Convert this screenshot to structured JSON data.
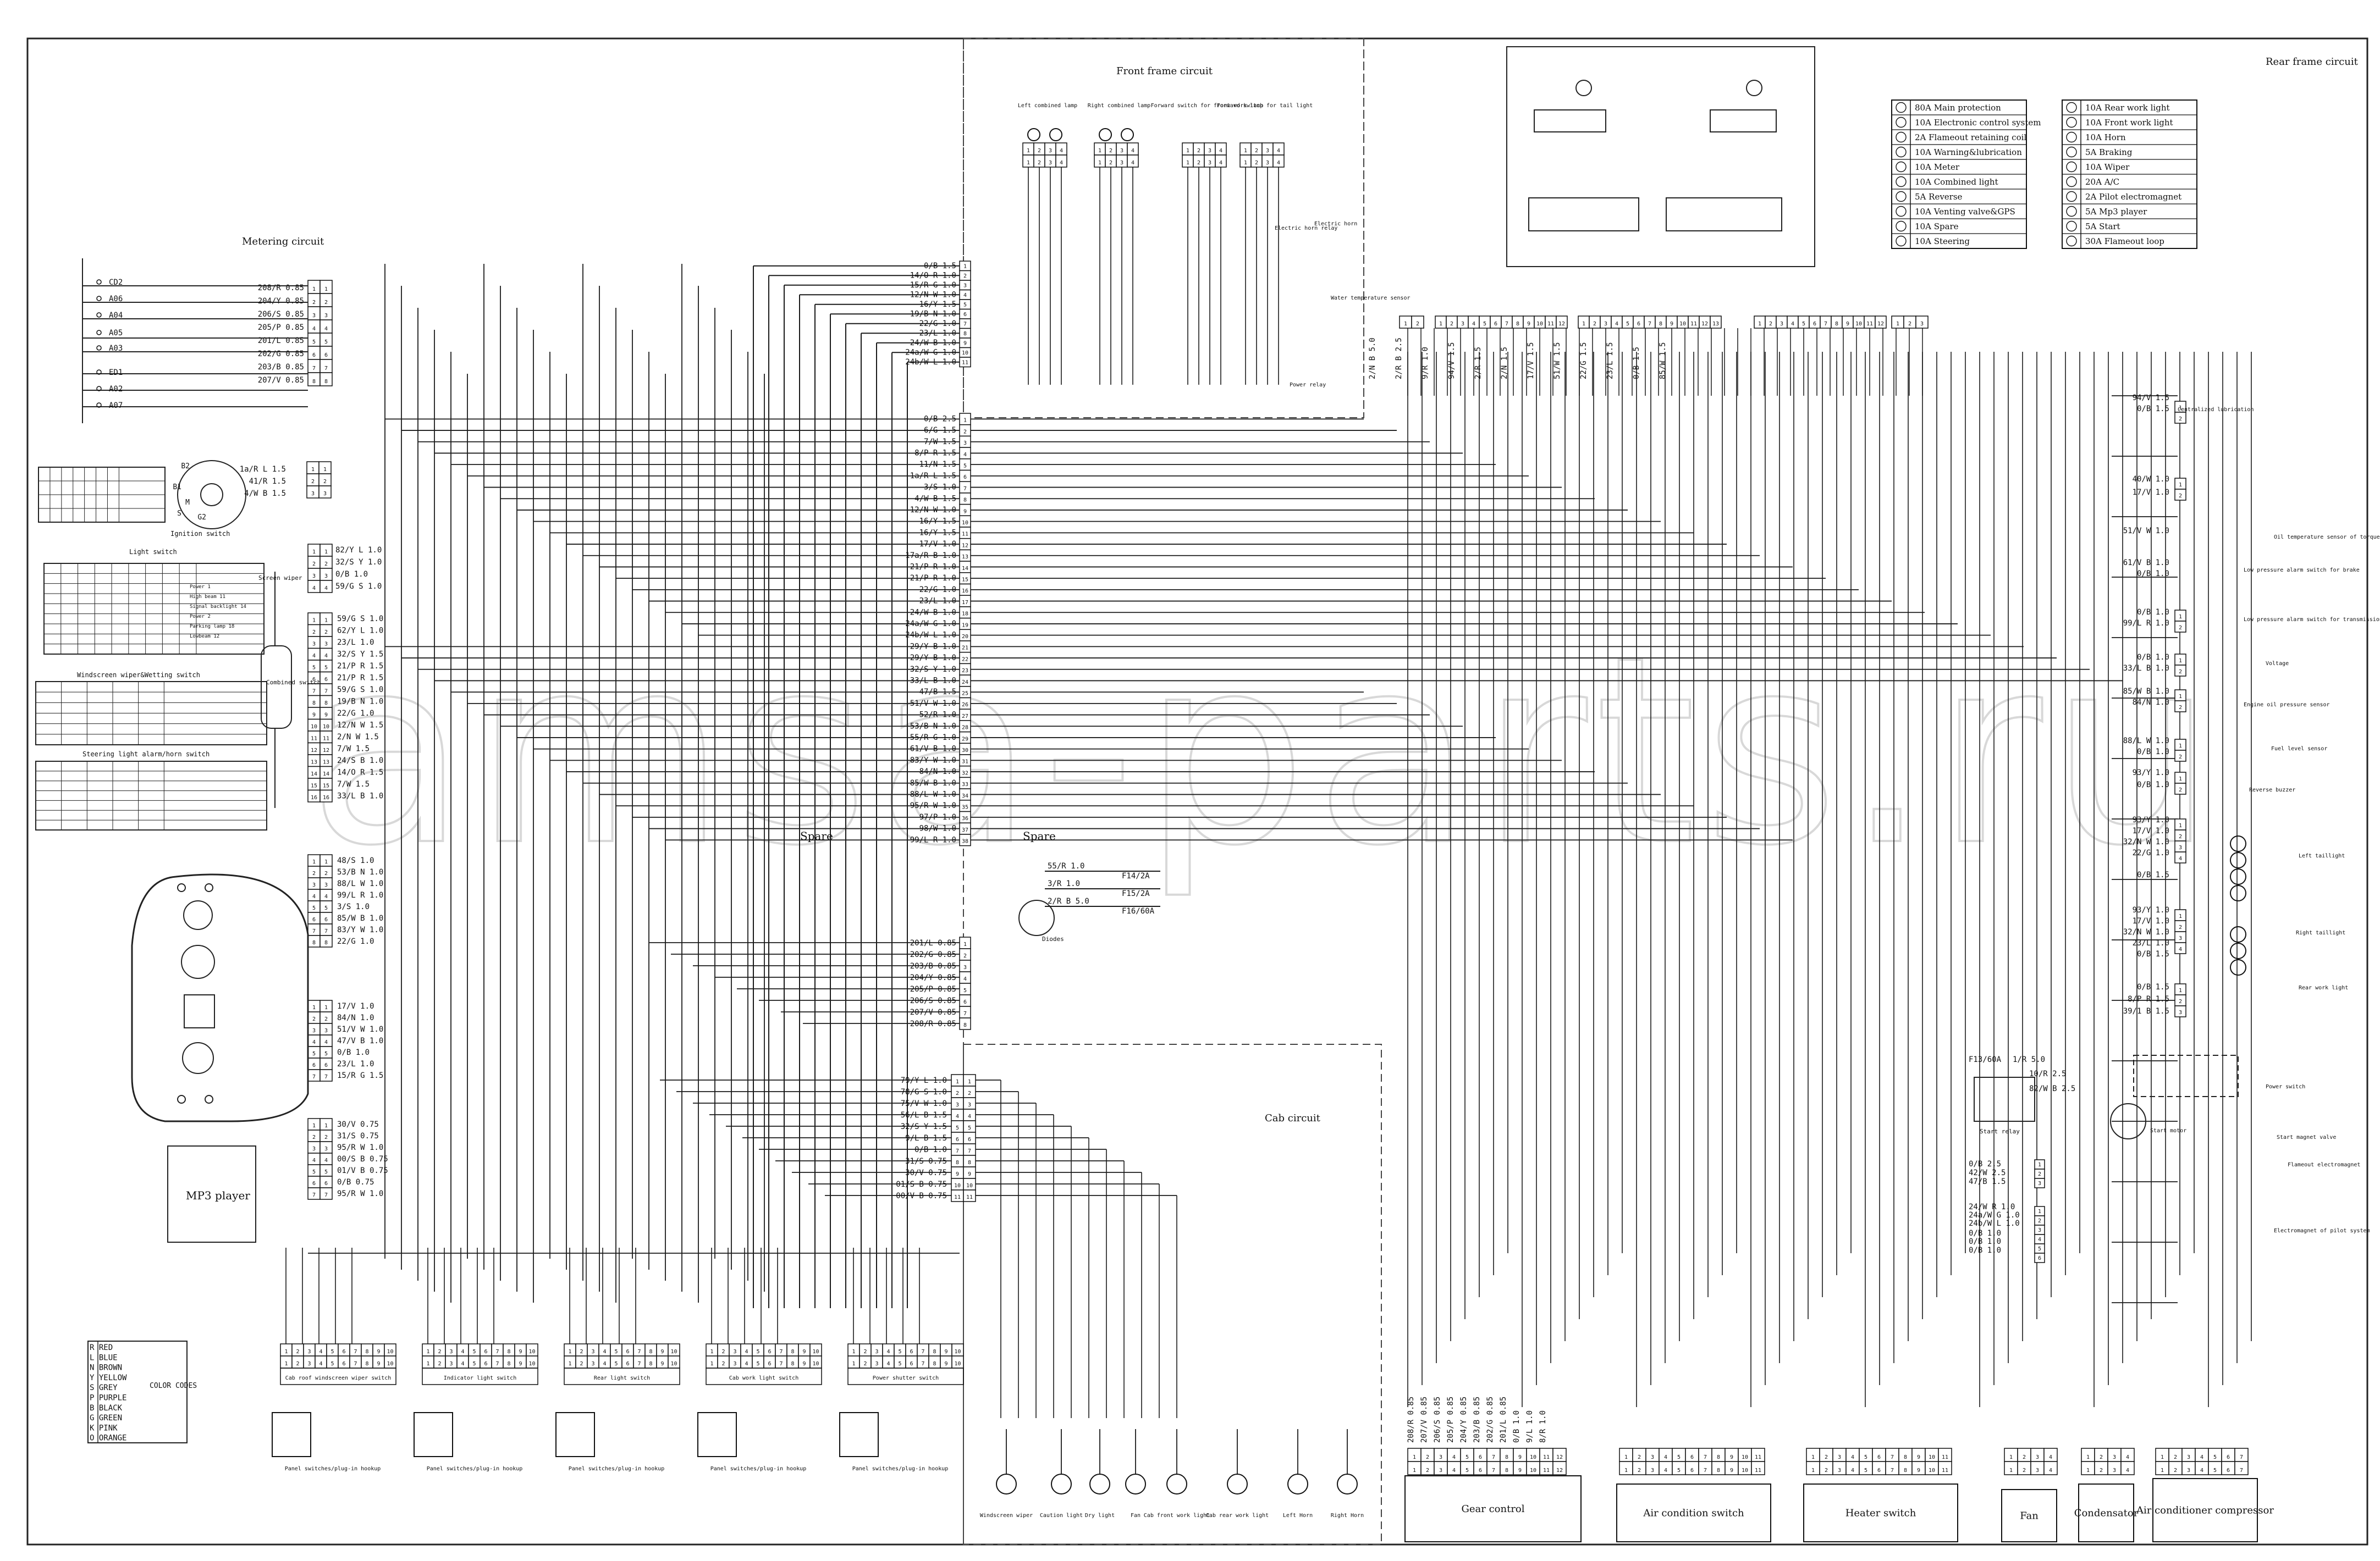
{
  "sections": {
    "front_frame": "Front frame circuit",
    "rear_frame": "Rear frame circuit",
    "metering": "Metering circuit",
    "cab": "Cab circuit"
  },
  "watermark": "amsa-parts.ru",
  "fuses_left": [
    "80A Main protection",
    "10A Electronic control system",
    "2A Flameout retaining coil",
    "10A Warning&lubrication",
    "10A Meter",
    "10A Combined light",
    "5A Reverse",
    "10A Venting valve&GPS",
    "10A Spare",
    "10A Steering"
  ],
  "fuses_right": [
    "10A Rear work light",
    "10A Front work light",
    "10A Horn",
    "5A Braking",
    "10A Wiper",
    "20A A/C",
    "2A Pilot electromagnet",
    "5A Mp3 player",
    "5A Start",
    "30A Flameout loop"
  ],
  "meter_wires": [
    "208/R 0.85",
    "204/Y 0.85",
    "206/S 0.85",
    "205/P 0.85",
    "201/L 0.85",
    "202/G 0.85",
    "203/B 0.85",
    "207/V 0.85"
  ],
  "meter_points": [
    "CD2",
    "A06",
    "A04",
    "A05",
    "A03",
    "ED1",
    "A02",
    "A07"
  ],
  "center_wires_a": [
    "0/B 1.5",
    "14/O R 1.0",
    "15/R G 1.0",
    "12/N W 1.0",
    "16/Y 1.5",
    "19/B N 1.0",
    "22/G 1.0",
    "23/L 1.0",
    "24/W B 1.0",
    "24a/W G 1.0",
    "24b/W L 1.0"
  ],
  "center_wires_b": [
    "0/B 2.5",
    "6/G 1.5",
    "7/W 1.5",
    "8/P R 1.5",
    "11/N 1.5",
    "1a/R L 1.5",
    "3/S 1.0",
    "4/W B 1.5",
    "12/N W 1.0",
    "16/Y 1.5",
    "16/Y 1.5",
    "17/V 1.0",
    "17a/R B 1.0",
    "21/P R 1.0",
    "21/P R 1.0",
    "22/G 1.0",
    "23/L 1.0",
    "24/W B 1.0",
    "24a/W G 1.0",
    "24b/W L 1.0",
    "29/Y B 1.0",
    "29/Y B 1.0",
    "32/S Y 1.0",
    "33/L B 1.0",
    "47/B 1.5",
    "51/V W 1.0",
    "52/R 1.0",
    "53/B N 1.0",
    "55/R G 1.0",
    "61/V B 1.0",
    "83/Y W 1.0",
    "84/N 1.0",
    "85/W B 1.0",
    "88/L W 1.0",
    "95/R W 1.0",
    "97/P 1.0",
    "98/W 1.0",
    "99/L R 1.0"
  ],
  "spares": [
    "Spare",
    "Spare"
  ],
  "fuse_main": {
    "wires": [
      "55/R 1.0",
      "3/R 1.0",
      "2/R B 5.0"
    ],
    "fuses": [
      "F14/2A",
      "F15/2A",
      "F16/60A"
    ],
    "label": "Diodes"
  },
  "metering_out_wires": [
    "201/L 0.85",
    "202/G 0.85",
    "203/B 0.85",
    "204/Y 0.85",
    "205/P 0.85",
    "206/S 0.85",
    "207/V 0.85",
    "208/R 0.85"
  ],
  "ignition": {
    "title": "Ignition switch",
    "terminals": [
      "B2",
      "B1",
      "M",
      "S",
      "G2"
    ],
    "wires": [
      "1a/R L 1.5",
      "41/R 1.5",
      "4/W B 1.5"
    ]
  },
  "light_switch": {
    "title": "Light switch",
    "functions": [
      "Power 1",
      "High beam 11",
      "Signal backlight 14",
      "Power 2",
      "Parking lamp 18",
      "Lowbeam 12"
    ],
    "wires": [
      "82/Y L 1.0",
      "32/S Y 1.0",
      "0/B 1.0",
      "59/G S 1.0"
    ]
  },
  "combined_wires": [
    "59/G S 1.0",
    "62/Y L 1.0",
    "23/L 1.0",
    "32/S Y 1.5",
    "21/P R 1.5",
    "21/P R 1.5",
    "59/G S 1.0",
    "19/B N 1.0",
    "22/G 1.0",
    "12/N W 1.5",
    "2/N W 1.5",
    "7/W 1.5",
    "24/S B 1.0",
    "14/O R 1.5",
    "7/W 1.5",
    "33/L B 1.0"
  ],
  "combined_label": "Combined switch",
  "wiper_label": "Screen wiper",
  "wiper_table_title": "Windscreen wiper&Wetting switch",
  "steer_table_title": "Steering light alarm/horn switch",
  "meter_panel_wires": [
    "48/S 1.0",
    "53/B N 1.0",
    "88/L W 1.0",
    "99/L R 1.0",
    "3/S 1.0",
    "85/W B 1.0",
    "83/Y W 1.0",
    "22/G 1.0"
  ],
  "meter_panel_wires2": [
    "17/V 1.0",
    "84/N 1.0",
    "51/V W 1.0",
    "47/V B 1.0",
    "0/B 1.0",
    "23/L 1.0",
    "15/R G 1.5"
  ],
  "mp3": {
    "title": "MP3 player",
    "wires": [
      "30/V 0.75",
      "31/S 0.75",
      "95/R W 1.0",
      "00/S B 0.75",
      "01/V B 0.75",
      "0/B 0.75",
      "95/R W 1.0"
    ]
  },
  "cab_wires": [
    "79/Y L 1.0",
    "78/G S 1.0",
    "75/V W 1.0",
    "56/L B 1.5",
    "32/S Y 1.5",
    "9/L B 1.5",
    "0/B 1.0",
    "31/S 0.75",
    "30/V 0.75",
    "01/S B 0.75",
    "00/V B 0.75"
  ],
  "cab_switches": [
    "Cab roof windscreen wiper switch",
    "Indicator light switch",
    "Rear light switch",
    "Cab work light switch",
    "Power shutter switch"
  ],
  "panel_labels": [
    "Panel switches/plug-in hookup",
    "Panel switches/plug-in hookup",
    "Panel switches/plug-in hookup",
    "Panel switches/plug-in hookup",
    "Panel switches/plug-in hookup"
  ],
  "cab_devices": [
    "Windscreen wiper",
    "Caution light",
    "Dry light",
    "Fan",
    "Cab front work light",
    "Cab rear work light",
    "Left Horn",
    "Right Horn"
  ],
  "color_codes": {
    "title": "COLOR CODES",
    "rows": [
      "R RED",
      "L BLUE",
      "N BROWN",
      "Y YELLOW",
      "S GREY",
      "P PURPLE",
      "B BLACK",
      "G GREEN",
      "K PINK",
      "O ORANGE"
    ]
  },
  "bottom_boxes": [
    "Gear control",
    "Air condition switch",
    "Heater switch",
    "Fan",
    "Condensator",
    "Air conditioner compressor"
  ],
  "rear_devices": [
    "Centralized lubrication",
    "Oil temperature sensor of torque converter",
    "Low pressure alarm switch for brake",
    "Low pressure alarm switch for transmission oil",
    "Voltage",
    "Engine oil pressure sensor",
    "Fuel level sensor",
    "Reverse buzzer",
    "Left taillight",
    "Right taillight",
    "Rear work light",
    "Power switch",
    "Start motor",
    "Start magnet valve",
    "Flameout electromagnet",
    "Electromagnet of pilot system",
    "Water temperature sensor",
    "Power relay",
    "Electric horn relay",
    "Electric horn"
  ],
  "rear_wires": [
    "94/V 1.5",
    "0/B 1.5",
    "40/W 1.0",
    "17/V 1.0",
    "51/V W 1.0",
    "61/V B 1.0",
    "0/B 1.0",
    "0/B 1.0",
    "99/L R 1.0",
    "0/B 1.0",
    "33/L B 1.0",
    "85/W B 1.0",
    "84/N 1.0",
    "88/L W 1.0",
    "0/B 1.0",
    "93/Y 1.0",
    "0/B 1.0",
    "93/Y 1.0",
    "17/V 1.0",
    "32/N W 1.0",
    "22/G 1.0",
    "0/B 1.5",
    "93/Y 1.0",
    "17/V 1.0",
    "32/N W 1.0",
    "23/L 1.0",
    "0/B 1.5",
    "0/B 1.5",
    "8/P R 1.5",
    "39/1 B 1.5"
  ],
  "start_wires": [
    "F13/60A",
    "1/R 5.0",
    "10/R 2.5",
    "82/W B 2.5",
    "0/B 2.5",
    "42/W 2.5",
    "47/B 1.5",
    "24/W R 1.0",
    "24a/W G 1.0",
    "24b/W L 1.0",
    "0/B 1.0",
    "0/B 1.0",
    "0/B 1.0"
  ],
  "front_lamps": [
    "Left combined lamp",
    "Right combined lamp",
    "Forward switch for front work lamp",
    "Forward switch for tail light"
  ],
  "top_cols_a": [
    "2/N B 5.0",
    "2/R B 2.5",
    "9/R 1.0",
    "94/V 1.5",
    "2/R 1.5",
    "2/N 1.5",
    "17/V 1.5",
    "51/W 1.5",
    "22/G 1.5",
    "23/L 1.5",
    "0/B 1.5",
    "85/W 1.5"
  ],
  "start_relay": "Start relay",
  "gear_wires": [
    "208/R 0.85",
    "207/V 0.85",
    "206/S 0.85",
    "205/P 0.85",
    "204/Y 0.85",
    "203/B 0.85",
    "202/G 0.85",
    "201/L 0.85",
    "0/B 1.0",
    "9/L 1.0",
    "8/R 1.0"
  ]
}
